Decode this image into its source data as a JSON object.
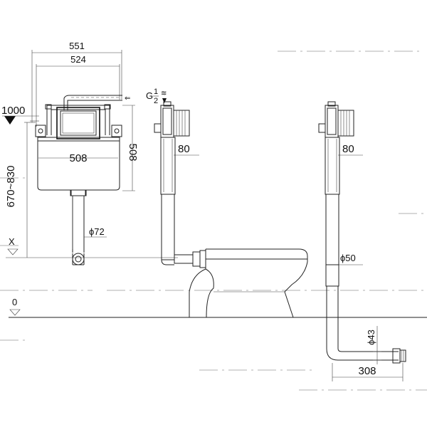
{
  "dimensions": {
    "cistern_overall_width": "551",
    "frame_width": "524",
    "tank_width": "508",
    "tank_height": "508",
    "height_top": "1000",
    "height_range": "670~830",
    "flush_pipe_diameter": "ϕ72",
    "side_depth_left": "80",
    "side_depth_right": "80",
    "pipe_diameter_right": "ϕ50",
    "outlet_diameter": "ϕ43",
    "outlet_offset": "308"
  },
  "levels": {
    "x_label": "X",
    "zero_label": "0"
  },
  "inlet": {
    "g_label": "G",
    "frac_num": "1",
    "frac_den": "2"
  }
}
